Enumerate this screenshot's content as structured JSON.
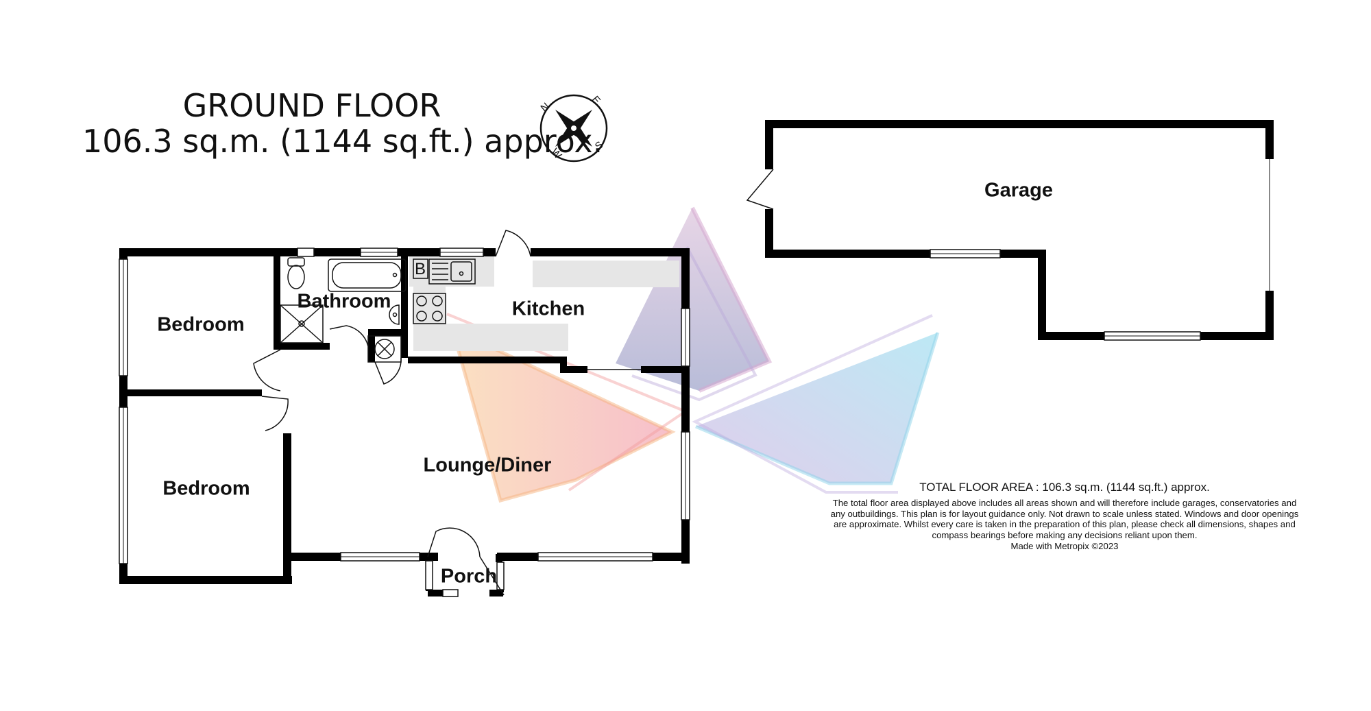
{
  "floor": {
    "title": "GROUND FLOOR",
    "area": "106.3 sq.m. (1144 sq.ft.) approx."
  },
  "compass": {
    "north": "N",
    "east": "E",
    "south": "S",
    "west": "W"
  },
  "rooms": {
    "garage": "Garage",
    "bedroom_1": "Bedroom",
    "bedroom_2": "Bedroom",
    "bathroom": "Bathroom",
    "kitchen": "Kitchen",
    "lounge_diner": "Lounge/Diner",
    "porch": "Porch",
    "boiler": "B"
  },
  "footer": {
    "total_floor_area": "TOTAL FLOOR AREA : 106.3 sq.m. (1144 sq.ft.) approx.",
    "disclaimer": "The total floor area displayed above includes all areas shown and will therefore include garages, conservatories and any outbuildings. This plan is for layout guidance only. Not drawn to scale unless stated. Windows and door openings are approximate. Whilst every care is taken in the preparation of this plan, please check all dimensions, shapes and compass bearings before making any decisions reliant upon them.",
    "credit": "Made with Metropix ©2023"
  },
  "colors": {
    "wall": "#000000",
    "kitchen_worktop": "#e6e6e6",
    "watermark_purple": "#b7aadf",
    "watermark_orange": "#f6b37f",
    "watermark_pink": "#f19c9c",
    "watermark_blue": "#8ed3ea"
  }
}
